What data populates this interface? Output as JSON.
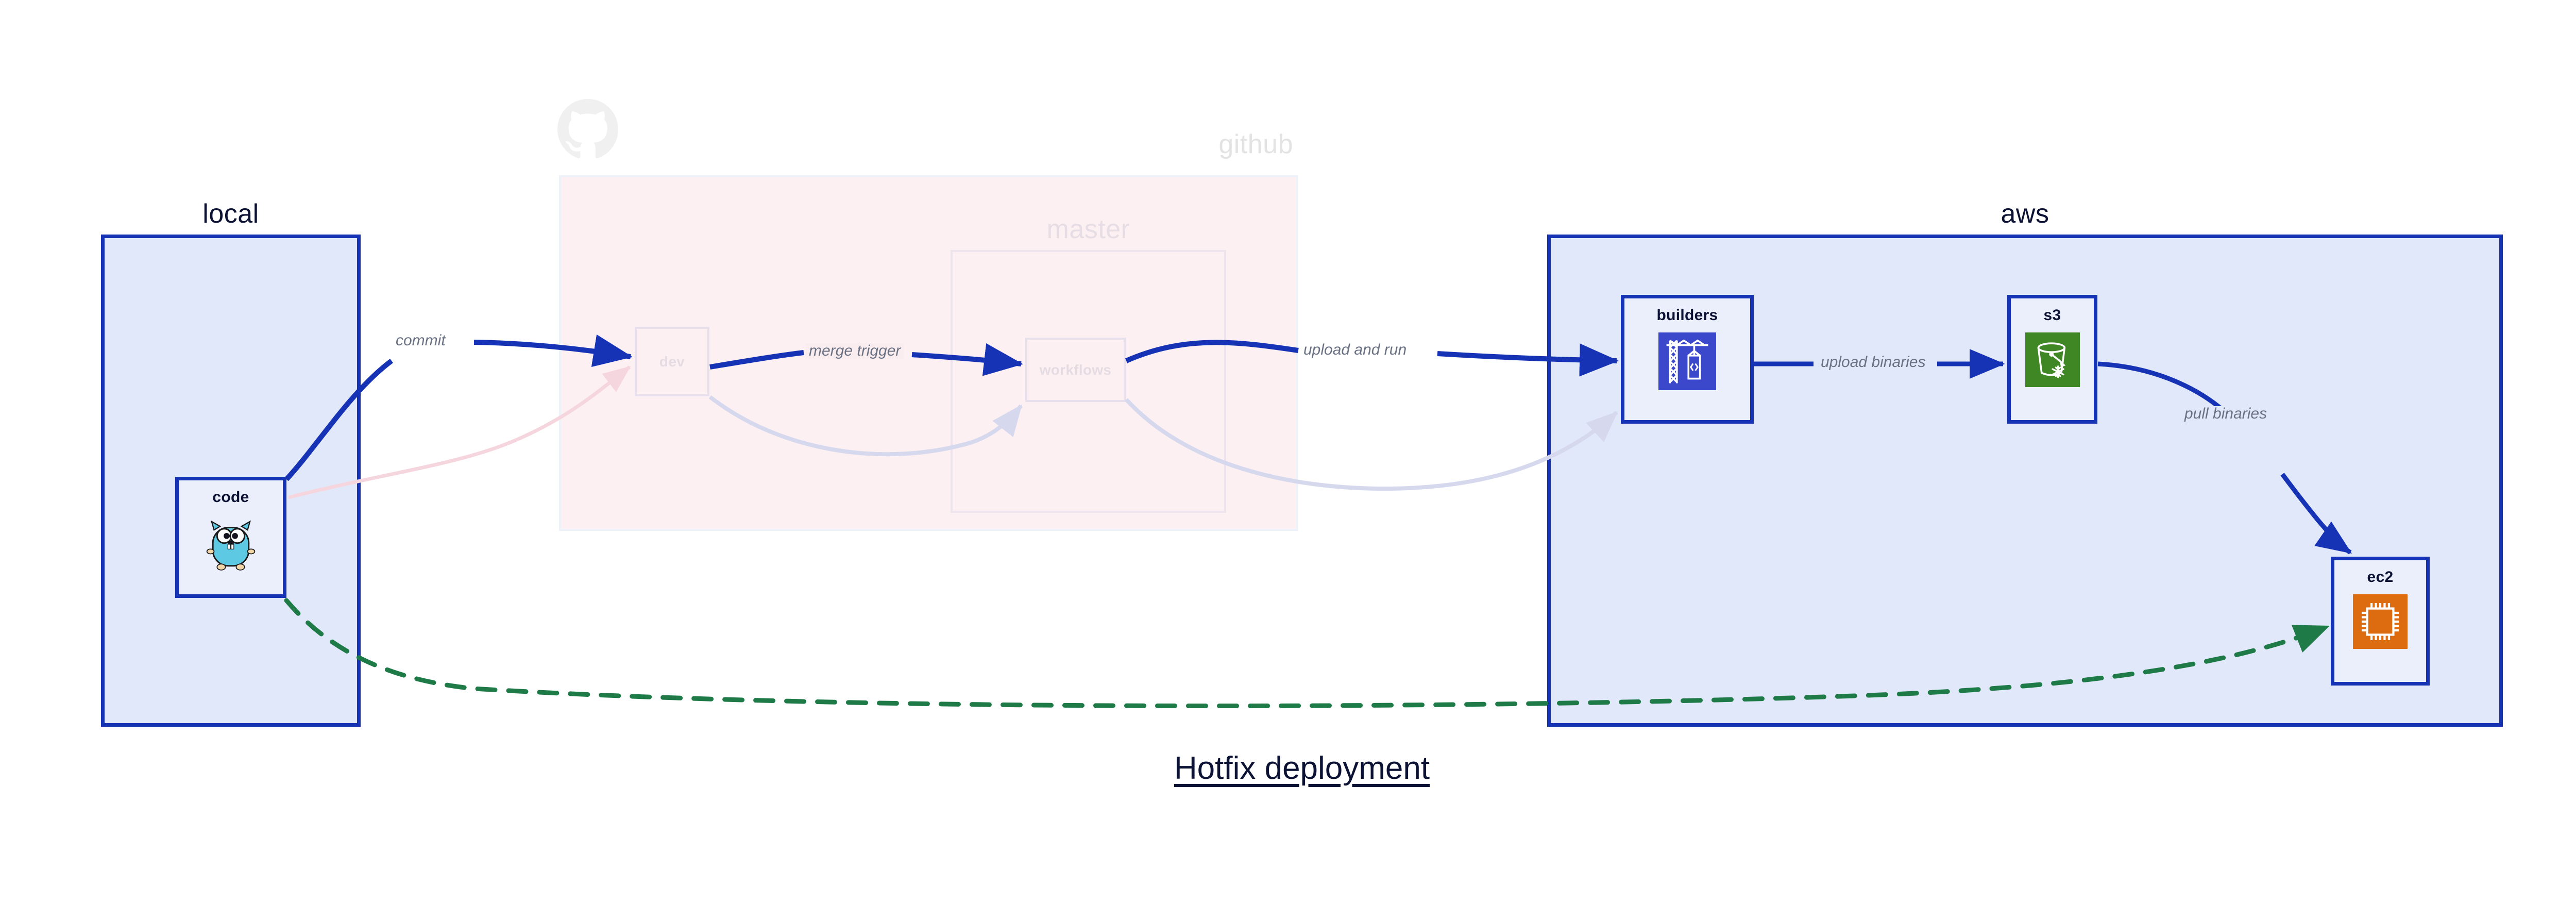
{
  "title": "Hotfix deployment",
  "clusters": [
    {
      "id": "local",
      "label": "local"
    },
    {
      "id": "github",
      "label": "github"
    },
    {
      "id": "master",
      "label": "master"
    },
    {
      "id": "aws",
      "label": "aws"
    }
  ],
  "nodes": [
    {
      "id": "code",
      "label": "code",
      "icon": "go-gopher-icon",
      "cluster": "local"
    },
    {
      "id": "dev",
      "label": "dev",
      "icon": "none",
      "cluster": "github"
    },
    {
      "id": "workflows",
      "label": "workflows",
      "icon": "none",
      "cluster": "master"
    },
    {
      "id": "builders",
      "label": "builders",
      "icon": "aws-codebuild-icon",
      "cluster": "aws"
    },
    {
      "id": "s3",
      "label": "s3",
      "icon": "aws-s3-glacier-icon",
      "cluster": "aws"
    },
    {
      "id": "ec2",
      "label": "ec2",
      "icon": "aws-ec2-icon",
      "cluster": "aws"
    }
  ],
  "edges": [
    {
      "id": "commit",
      "from": "code",
      "to": "dev",
      "label": "commit",
      "style": "solid",
      "state": "active"
    },
    {
      "id": "merge-trigger",
      "from": "dev",
      "to": "workflows",
      "label": "merge trigger",
      "style": "solid",
      "state": "active"
    },
    {
      "id": "upload-and-run",
      "from": "workflows",
      "to": "builders",
      "label": "upload and run",
      "style": "solid",
      "state": "active"
    },
    {
      "id": "upload-binaries",
      "from": "builders",
      "to": "s3",
      "label": "upload binaries",
      "style": "solid",
      "state": "active"
    },
    {
      "id": "pull-binaries",
      "from": "s3",
      "to": "ec2",
      "label": "pull binaries",
      "style": "solid",
      "state": "active"
    },
    {
      "id": "hotfix-direct",
      "from": "code",
      "to": "ec2",
      "label": "",
      "style": "dashed",
      "state": "active"
    },
    {
      "id": "faded-code-dev",
      "from": "code",
      "to": "dev",
      "label": "",
      "style": "solid",
      "state": "faded"
    },
    {
      "id": "faded-dev-wf",
      "from": "dev",
      "to": "workflows",
      "label": "",
      "style": "solid",
      "state": "faded"
    },
    {
      "id": "faded-wf-build",
      "from": "workflows",
      "to": "builders",
      "label": "",
      "style": "solid",
      "state": "faded"
    }
  ],
  "colors": {
    "edge_active": "#1733B5",
    "edge_dashed": "#1E7A47",
    "edge_faded_pink": "#F6D6DE",
    "edge_faded_blue": "#D6D9EE",
    "cluster_blue_fill": "#E1E8FA",
    "cluster_blue_border": "#1733B5",
    "cluster_pink_fill": "#FAE4E9",
    "node_fill": "#EAEFFB",
    "text_dark": "#0C1233",
    "text_label": "#6A7183",
    "icon_codebuild": "#3B48CC",
    "icon_s3": "#3F8624",
    "icon_ec2": "#DD6B10",
    "icon_gopher": "#5DC9E2"
  }
}
